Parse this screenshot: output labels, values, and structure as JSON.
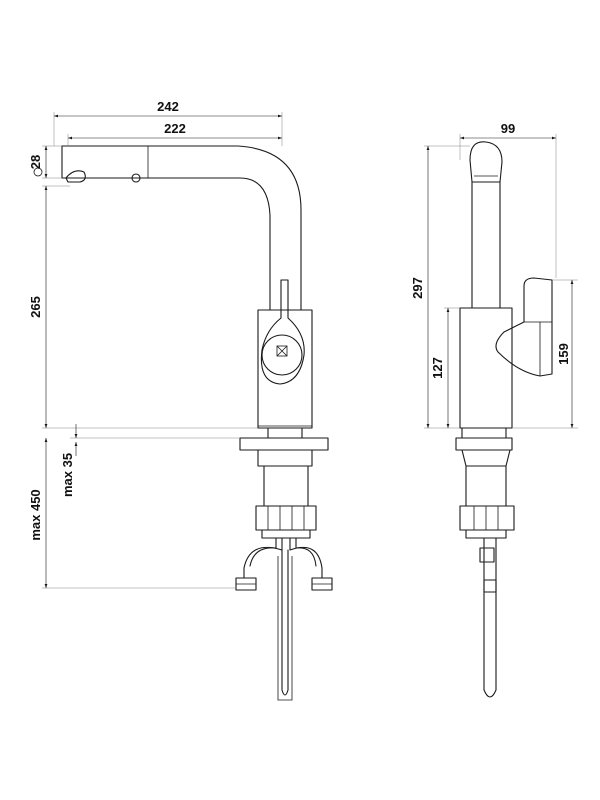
{
  "dimensions": {
    "front_width_overall": "242",
    "front_width_spout": "222",
    "spout_height": "28",
    "front_height": "265",
    "deck_thickness": "max 35",
    "hose_length": "max 450",
    "side_depth": "99",
    "side_height": "297",
    "lever_height": "159",
    "body_height": "127"
  }
}
